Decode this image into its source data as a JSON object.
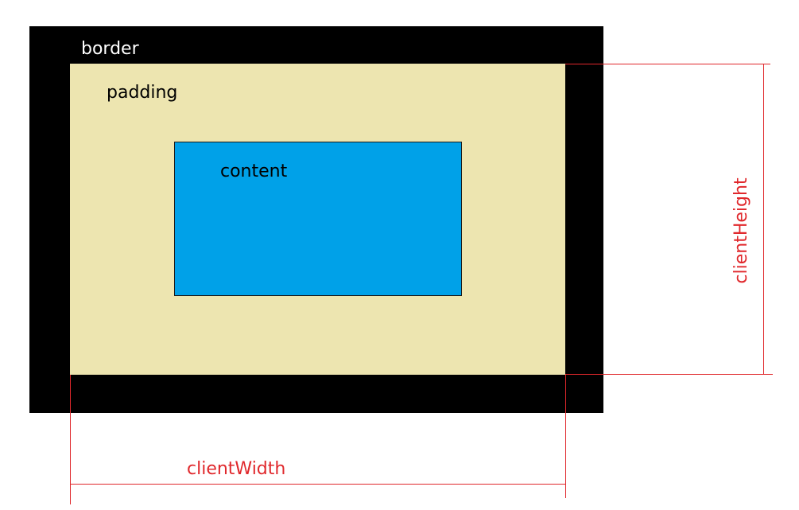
{
  "diagram": {
    "labels": {
      "border": "border",
      "padding": "padding",
      "content": "content",
      "client_width": "clientWidth",
      "client_height": "clientHeight"
    },
    "colors": {
      "border": "#000000",
      "padding": "#ede5b0",
      "content": "#00a1e8",
      "measure_lines": "#e0282c"
    }
  }
}
